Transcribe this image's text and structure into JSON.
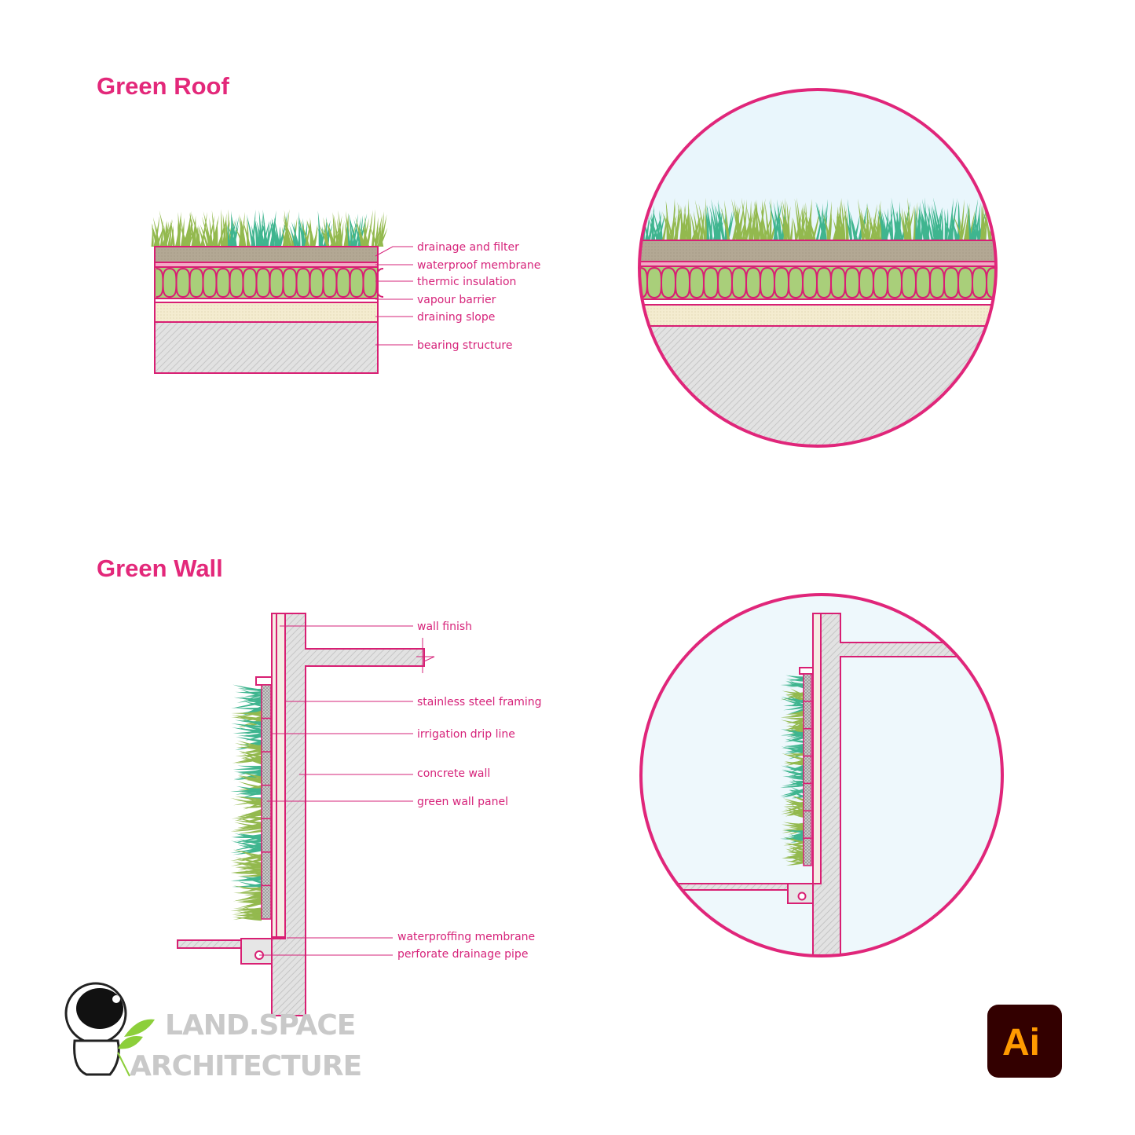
{
  "roof": {
    "title": "Green Roof",
    "labels": [
      "drainage and filter",
      "waterproof membrane",
      "thermic insulation",
      "vapour barrier",
      "draining slope",
      "bearing structure"
    ]
  },
  "wall": {
    "title": "Green Wall",
    "labels": [
      "wall finish",
      "stainless steel framing",
      "irrigation drip line",
      "concrete wall",
      "green wall panel",
      "waterproffing membrane",
      "perforate drainage pipe"
    ]
  },
  "logo": {
    "line1": "LAND.SPACE",
    "line2": "ARCHITECTURE"
  },
  "app_badge": {
    "text": "Ai"
  },
  "colors": {
    "accent": "#d81f73",
    "soil": "#b3a894",
    "insulation": "#a9cf7a",
    "slope": "#f4ecd0",
    "concrete": "#dcdcdc",
    "sky": "#e9f6fc",
    "grass1": "#93b94e",
    "grass2": "#3fb58f"
  }
}
